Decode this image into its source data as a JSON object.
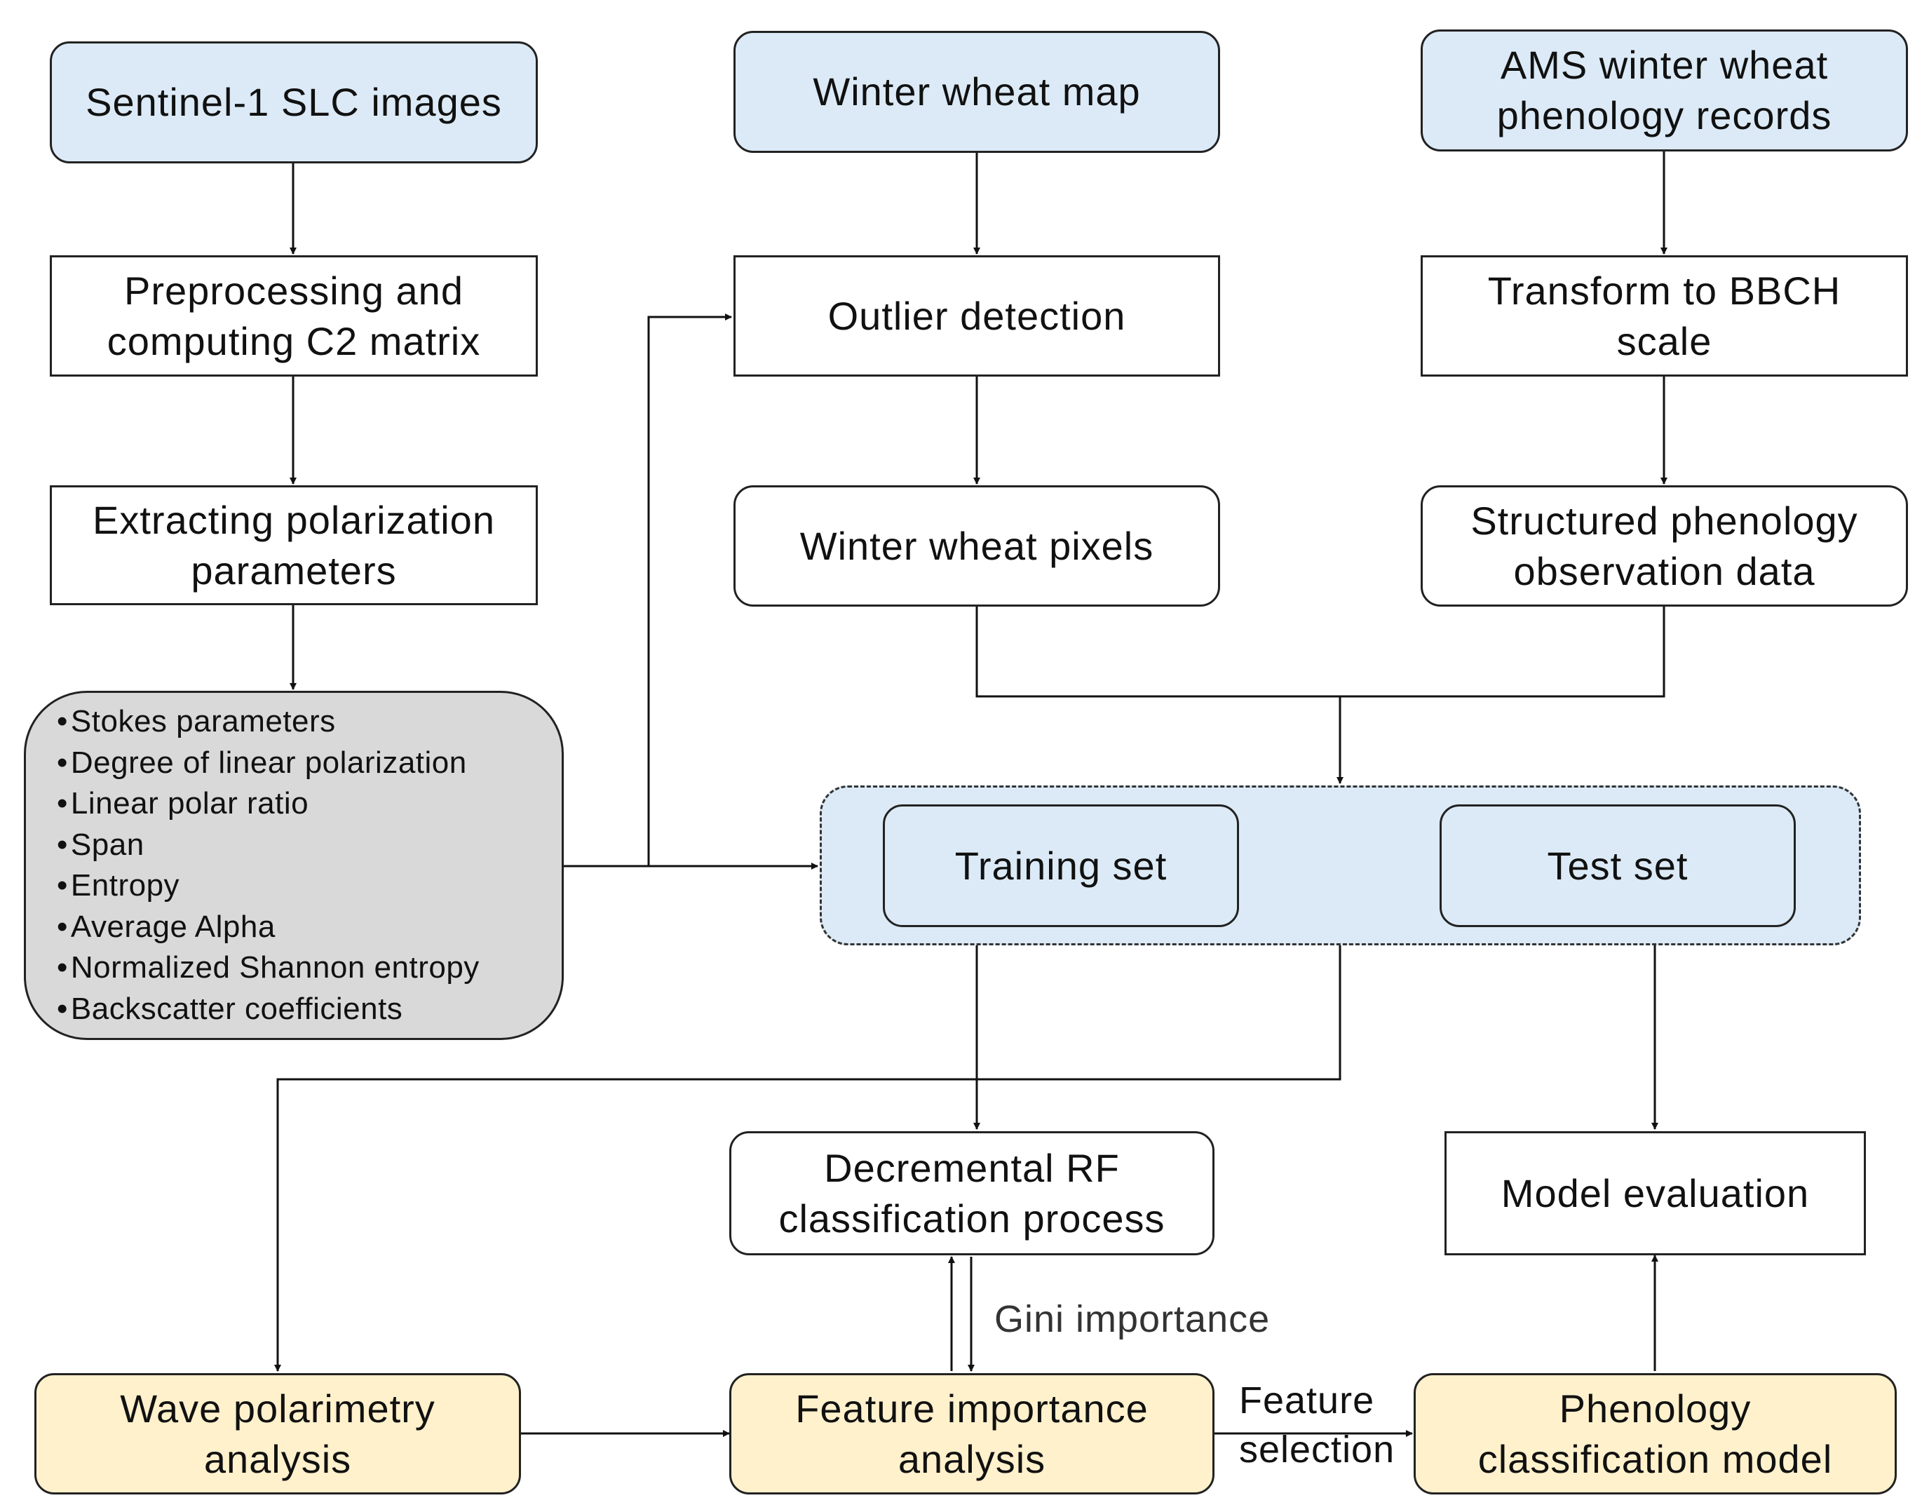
{
  "nodes": {
    "sentinel": "Sentinel-1  SLC images",
    "winter_map": "Winter wheat map",
    "ams_records": "AMS winter wheat\nphenology records",
    "preprocessing": "Preprocessing  and\ncomputing  C2 matrix",
    "outlier": "Outlier detection",
    "bbch": "Transform to BBCH\nscale",
    "extracting": "Extracting polarization\nparameters",
    "wheat_pixels": "Winter wheat pixels",
    "structured": "Structured phenology\nobservation data",
    "training_set": "Training set",
    "test_set": "Test set",
    "decremental": "Decremental  RF\nclassification  process",
    "model_eval": "Model evaluation",
    "wave": "Wave polarimetry\nanalysis",
    "feature_importance": "Feature importance\nanalysis",
    "phenology_model": "Phenology\nclassification  model"
  },
  "parameters": [
    "Stokes parameters",
    "Degree of linear polarization",
    "Linear polar ratio",
    "Span",
    "Entropy",
    "Average Alpha",
    "Normalized Shannon entropy",
    "Backscatter  coefficients"
  ],
  "edge_labels": {
    "gini": "Gini importance",
    "feature_selection": "Feature\nselection"
  },
  "colors": {
    "blue_fill": "#dbeaf6",
    "yellow_fill": "#fff1cc",
    "gray_fill": "#d9d9d9",
    "line": "#111111"
  }
}
